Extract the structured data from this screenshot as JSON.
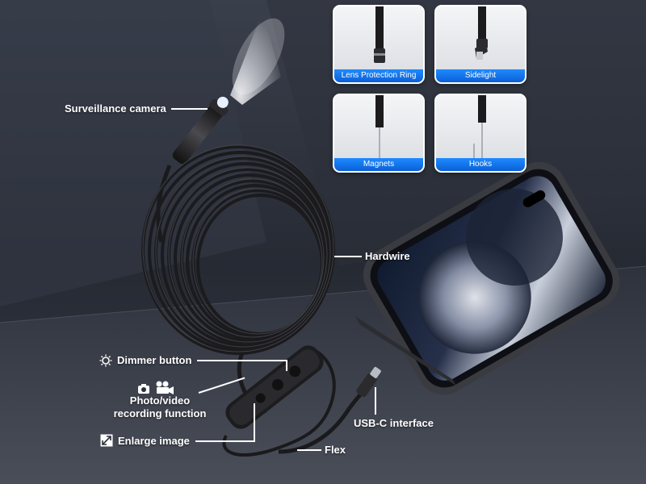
{
  "cards": [
    {
      "caption": "Lens Protection Ring",
      "icon": "lens-protection-ring-icon"
    },
    {
      "caption": "Sidelight",
      "icon": "sidelight-icon"
    },
    {
      "caption": "Magnets",
      "icon": "magnet-icon"
    },
    {
      "caption": "Hooks",
      "icon": "hook-icon"
    }
  ],
  "labels": {
    "surveillance_camera": "Surveillance camera",
    "hardwire": "Hardwire",
    "dimmer_button": "Dimmer button",
    "photo_video": "Photo/video recording function",
    "enlarge_image": "Enlarge image",
    "usb_c": "USB-C interface",
    "flex": "Flex"
  },
  "colors": {
    "accent_blue": "#1e8bff",
    "background": "#2a2f3a",
    "cable": "#1a1a1c",
    "phone_frame": "#3a3b40"
  }
}
